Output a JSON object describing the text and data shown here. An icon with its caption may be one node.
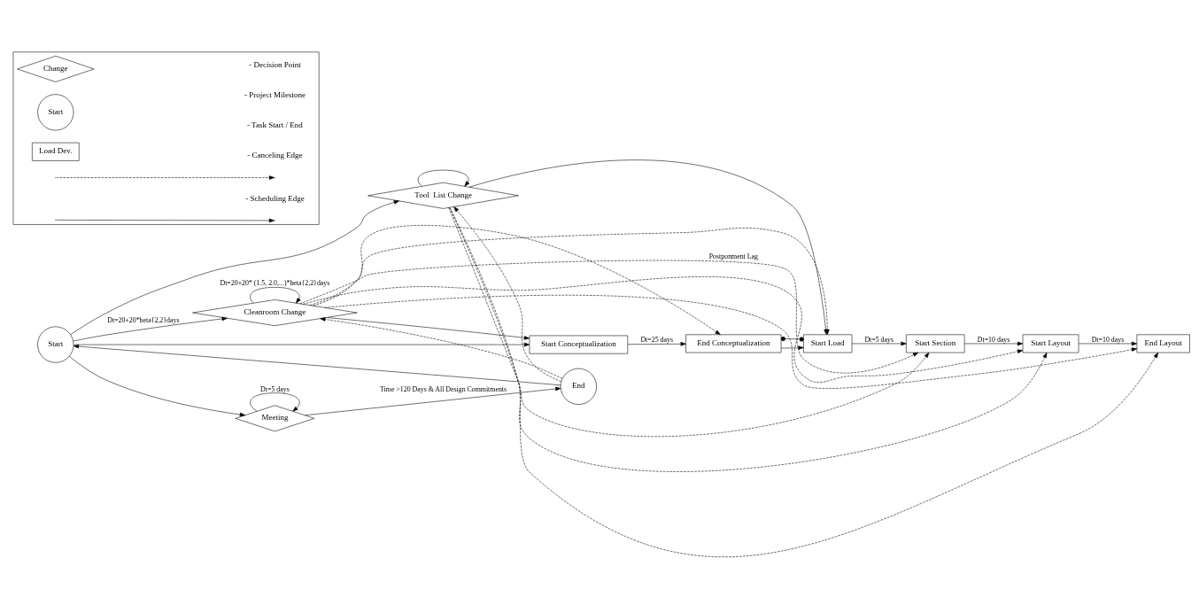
{
  "diagram": {
    "nodes": [
      {
        "text": [
          "Start"
        ]
      },
      {
        "text": [
          "Cleanroom Change"
        ]
      },
      {
        "text": [
          "Tool  List Change"
        ]
      },
      {
        "text": [
          "Start Conceptualization"
        ]
      },
      {
        "text": [
          "End Conceptualization"
        ]
      },
      {
        "text": [
          "Start Load"
        ]
      },
      {
        "text": [
          "End"
        ]
      },
      {
        "text": [
          "Meeting"
        ]
      },
      {
        "text": [
          "Start Section"
        ]
      },
      {
        "text": [
          "Start Layout"
        ]
      },
      {
        "text": [
          "End Layout"
        ]
      },
      {
        "text": [],
        "shape": "box"
      },
      {
        "text": [
          "Change"
        ],
        "in": 11
      },
      {
        "text": [
          "Start"
        ],
        "in": 11
      },
      {
        "text": [
          "Load Dev."
        ],
        "in": 11
      }
    ],
    "edges": [
      {
        "from": 0,
        "to": 1,
        "arrow": "to",
        "label": "Dt=20+20*beta{2,2}days"
      },
      {
        "from": 0,
        "to": 2,
        "arrow": "to"
      },
      {
        "from": 0,
        "to": 3,
        "arrow": "to"
      },
      {
        "from": 1,
        "to": 1,
        "arrow": "to",
        "label": "Dt=20+20* (1.5, 2.0,...)*beta{2,2}days"
      },
      {
        "from": 2,
        "to": 2,
        "arrow": "to"
      },
      {
        "from": 1,
        "to": 3,
        "arrow": "to"
      },
      {
        "from": 3,
        "to": 4,
        "arrow": "to",
        "label": "Dt=25 days"
      },
      {
        "from": 1,
        "to": 4,
        "arrow": "to",
        "style": "dashed"
      },
      {
        "from": 1,
        "to": 5,
        "arrow": "to",
        "style": "dashed"
      },
      {
        "from": 1,
        "to": 8,
        "arrow": "to",
        "style": "dashed",
        "label": "Postponment Lag"
      },
      {
        "from": 1,
        "to": 9,
        "arrow": "to",
        "style": "dashed"
      },
      {
        "from": 1,
        "to": 10,
        "arrow": "to",
        "style": "dashed"
      },
      {
        "from": 2,
        "to": 5,
        "arrow": "to"
      },
      {
        "from": 2,
        "to": 8,
        "arrow": "to",
        "style": "dashed"
      },
      {
        "from": 2,
        "to": 9,
        "arrow": "to",
        "style": "dashed"
      },
      {
        "from": 2,
        "to": 10,
        "arrow": "to",
        "style": "dashed"
      },
      {
        "from": 6,
        "to": 1,
        "arrow": "to",
        "style": "dashed"
      },
      {
        "from": 6,
        "to": 2,
        "arrow": "to",
        "style": "dashed"
      },
      {
        "from": 4,
        "to": 5,
        "arrow": "to"
      },
      {
        "from": 4,
        "to": 5,
        "arrow": "other"
      },
      {
        "from": 5,
        "to": 8,
        "arrow": "to",
        "label": "Dt=5 days"
      },
      {
        "from": 8,
        "to": 9,
        "arrow": "to",
        "label": "Dt=10 days"
      },
      {
        "from": 9,
        "to": 10,
        "arrow": "to",
        "label": "Dt=10 days"
      },
      {
        "from": 0,
        "to": 7,
        "arrow": "to"
      },
      {
        "from": 7,
        "to": 6,
        "arrow": "to",
        "label": "Time >120 Days & All Design Commitments"
      },
      {
        "from": 7,
        "to": 7,
        "arrow": "to",
        "label": "Dt=5 days"
      },
      {
        "from": 6,
        "to": 0,
        "arrow": "to"
      }
    ],
    "legend": [
      {
        "text": "- Decision Point"
      },
      {
        "text": "- Project Milestone"
      },
      {
        "text": "- Task Start / End"
      },
      {
        "text": "- Canceling Edge"
      },
      {
        "text": "- Scheduling Edge"
      }
    ]
  }
}
